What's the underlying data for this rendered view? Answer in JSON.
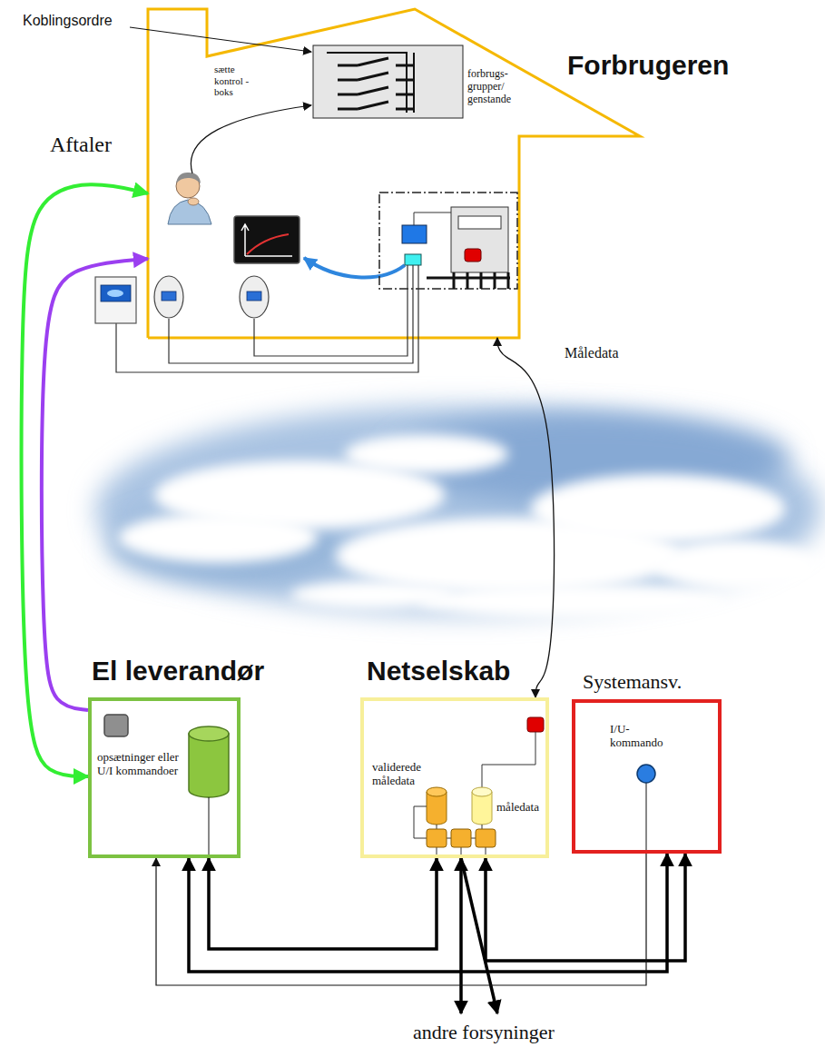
{
  "diagram": {
    "nodes": [
      {
        "text": [
          "Forbrugeren"
        ]
      },
      {
        "text": [
          "forbrugs- grupper/ genstande"
        ],
        "in": 0
      },
      {
        "text": [
          "El leverandør",
          "opsætninger eller U/I kommandoer"
        ]
      },
      {
        "text": [
          "Netselskab"
        ]
      },
      {
        "text": [
          "Systemansv.",
          "I/U- kommando"
        ]
      }
    ],
    "edges": [
      {
        "from": 2,
        "to": 0,
        "arrow": "both"
      },
      {
        "from": 2,
        "to": 0,
        "arrow": "to"
      },
      {
        "from": 0,
        "to": 3,
        "label": "Måledata",
        "arrow": "both"
      },
      {
        "from": 2,
        "to": 3,
        "arrow": "both"
      },
      {
        "from": 2,
        "to": 4,
        "arrow": "both"
      },
      {
        "from": 3,
        "to": 4,
        "arrow": "both"
      },
      {
        "from": 4,
        "to": 2,
        "arrow": "to"
      }
    ],
    "labels": [
      "Koblingsordre",
      "Aftaler",
      "sætte kontrol -boks",
      "validerede måledata",
      "måledata",
      "andre forsyninger"
    ]
  }
}
